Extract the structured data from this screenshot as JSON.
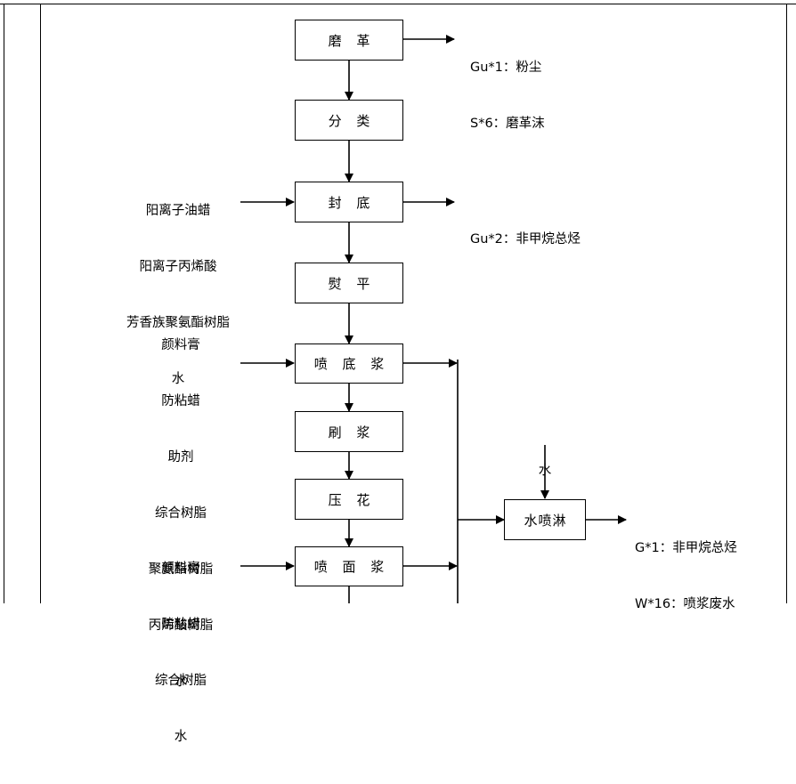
{
  "colors": {
    "stroke": "#000000",
    "background": "#ffffff"
  },
  "process_steps": [
    {
      "id": "grind",
      "label": "磨 革"
    },
    {
      "id": "sort",
      "label": "分 类"
    },
    {
      "id": "seal",
      "label": "封 底"
    },
    {
      "id": "iron",
      "label": "熨 平"
    },
    {
      "id": "spray_base",
      "label": "喷 底 浆"
    },
    {
      "id": "brush",
      "label": "刷 浆"
    },
    {
      "id": "emboss",
      "label": "压 花"
    },
    {
      "id": "spray_top",
      "label": "喷 面 浆"
    },
    {
      "id": "water_spray",
      "label": "水喷淋"
    }
  ],
  "inputs": {
    "seal": [
      "阳离子油蜡",
      "阳离子丙烯酸",
      "芳香族聚氨酯树脂",
      "水"
    ],
    "spray_base": [
      "颜料膏",
      "防粘蜡",
      "助剂",
      "综合树脂",
      "聚氨酯树脂",
      "丙烯酸树脂",
      "水"
    ],
    "spray_top": [
      "颜料膏",
      "防粘蜡",
      "综合树脂",
      "水"
    ],
    "water_spray": [
      "水"
    ]
  },
  "outputs": {
    "grind": [
      "Gu*1：粉尘",
      "S*6：磨革沫"
    ],
    "seal": [
      "Gu*2：非甲烷总烃"
    ],
    "water_spray": [
      "G*1：非甲烷总烃",
      "W*16：喷浆废水"
    ]
  }
}
